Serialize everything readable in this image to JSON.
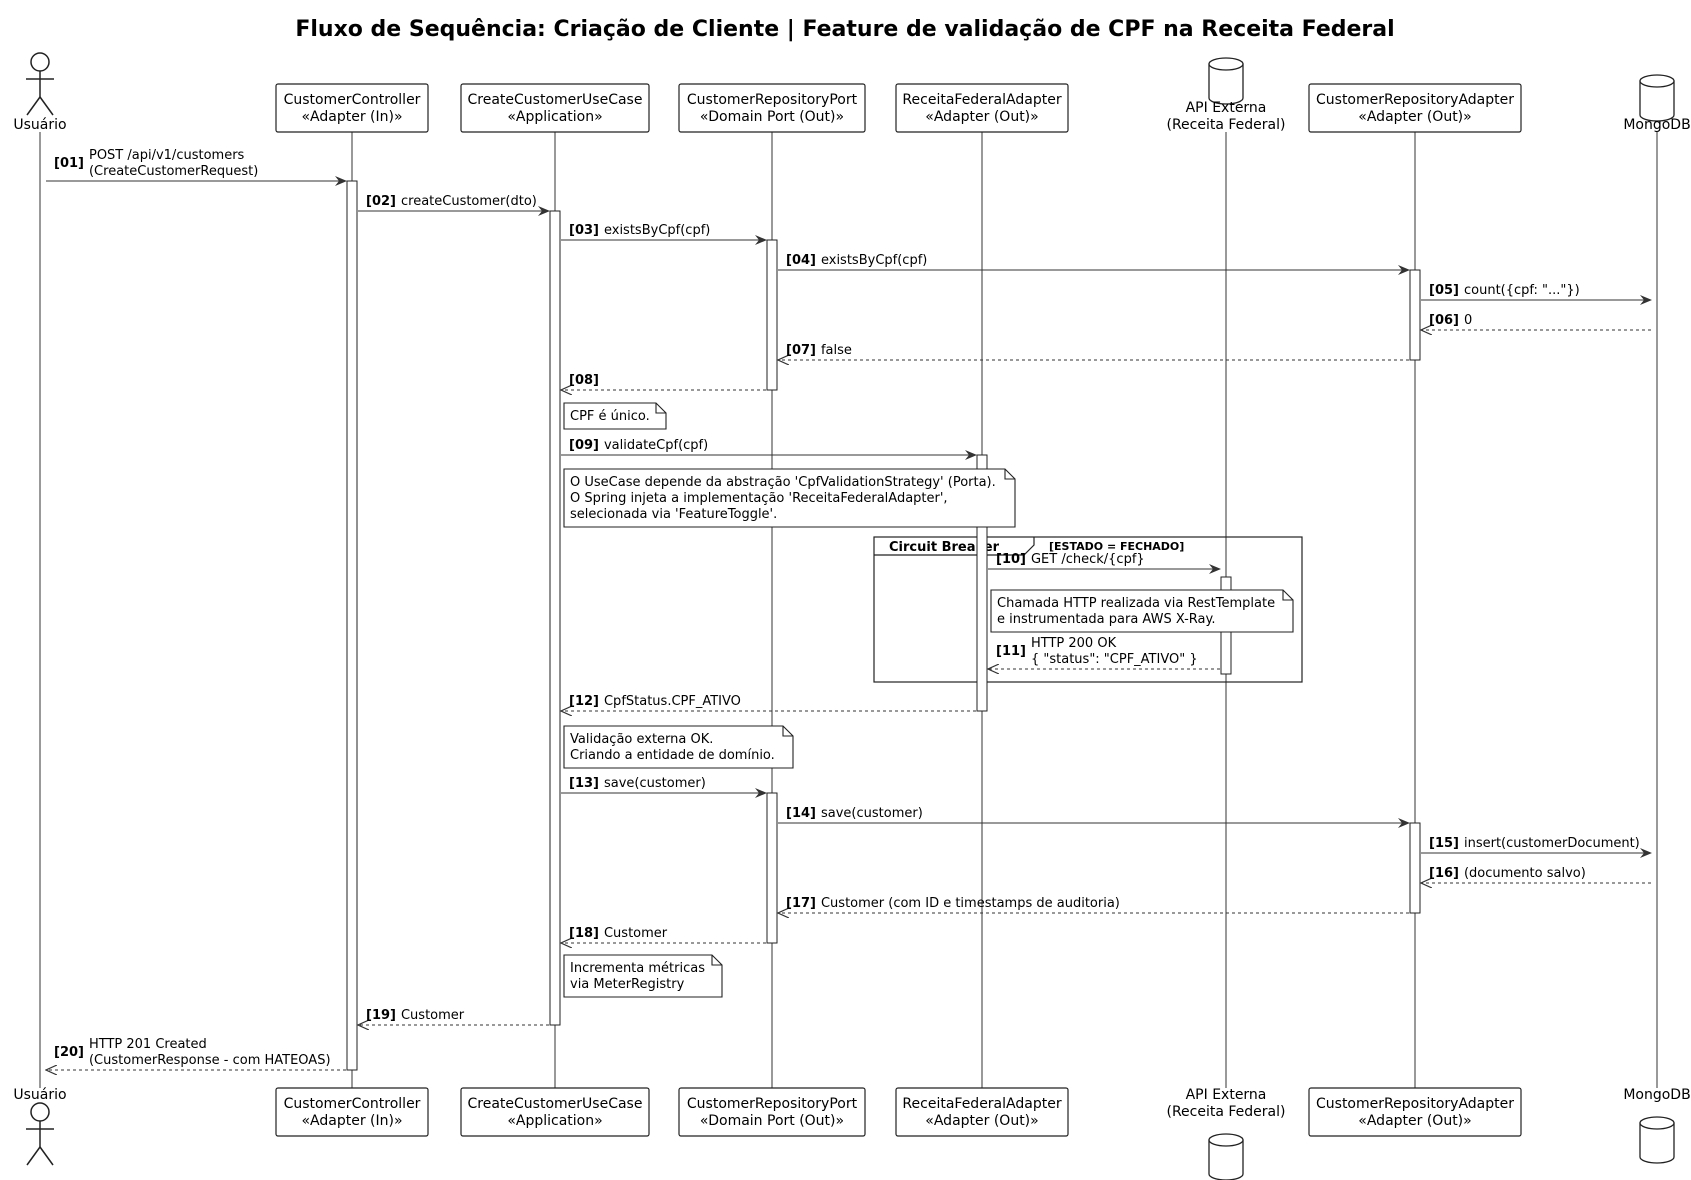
{
  "title": "Fluxo de Sequência: Criação de Cliente | Feature de validação de CPF na Receita Federal",
  "participants": [
    {
      "id": "user",
      "kind": "actor",
      "lines": [
        "Usuário"
      ]
    },
    {
      "id": "ctrl",
      "kind": "box",
      "lines": [
        "CustomerController",
        "«Adapter (In)»"
      ]
    },
    {
      "id": "uc",
      "kind": "box",
      "lines": [
        "CreateCustomerUseCase",
        "«Application»"
      ]
    },
    {
      "id": "port",
      "kind": "box",
      "lines": [
        "CustomerRepositoryPort",
        "«Domain Port (Out)»"
      ]
    },
    {
      "id": "rfa",
      "kind": "box",
      "lines": [
        "ReceitaFederalAdapter",
        "«Adapter (Out)»"
      ]
    },
    {
      "id": "api",
      "kind": "database",
      "lines": [
        "API Externa",
        "(Receita Federal)"
      ]
    },
    {
      "id": "repo",
      "kind": "box",
      "lines": [
        "CustomerRepositoryAdapter",
        "«Adapter (Out)»"
      ]
    },
    {
      "id": "mongo",
      "kind": "database",
      "lines": [
        "MongoDB"
      ]
    }
  ],
  "messages": [
    {
      "num": "[01]",
      "from": "user",
      "to": "ctrl",
      "lines": [
        "POST /api/v1/customers",
        "(CreateCustomerRequest)"
      ],
      "style": "sync"
    },
    {
      "num": "[02]",
      "from": "ctrl",
      "to": "uc",
      "lines": [
        "createCustomer(dto)"
      ],
      "style": "sync"
    },
    {
      "num": "[03]",
      "from": "uc",
      "to": "port",
      "lines": [
        "existsByCpf(cpf)"
      ],
      "style": "sync"
    },
    {
      "num": "[04]",
      "from": "port",
      "to": "repo",
      "lines": [
        "existsByCpf(cpf)"
      ],
      "style": "sync"
    },
    {
      "num": "[05]",
      "from": "repo",
      "to": "mongo",
      "lines": [
        "count({cpf: \"...\"})"
      ],
      "style": "sync"
    },
    {
      "num": "[06]",
      "from": "mongo",
      "to": "repo",
      "lines": [
        "0"
      ],
      "style": "return"
    },
    {
      "num": "[07]",
      "from": "repo",
      "to": "port",
      "lines": [
        "false"
      ],
      "style": "return"
    },
    {
      "num": "[08]",
      "from": "port",
      "to": "uc",
      "lines": [
        ""
      ],
      "style": "return"
    },
    {
      "num": "[09]",
      "from": "uc",
      "to": "rfa",
      "lines": [
        "validateCpf(cpf)"
      ],
      "style": "sync"
    },
    {
      "num": "[10]",
      "from": "rfa",
      "to": "api",
      "lines": [
        "GET /check/{cpf}"
      ],
      "style": "sync"
    },
    {
      "num": "[11]",
      "from": "api",
      "to": "rfa",
      "lines": [
        "HTTP 200 OK",
        "{ \"status\": \"CPF_ATIVO\" }"
      ],
      "style": "return"
    },
    {
      "num": "[12]",
      "from": "rfa",
      "to": "uc",
      "lines": [
        "CpfStatus.CPF_ATIVO"
      ],
      "style": "return"
    },
    {
      "num": "[13]",
      "from": "uc",
      "to": "port",
      "lines": [
        "save(customer)"
      ],
      "style": "sync"
    },
    {
      "num": "[14]",
      "from": "port",
      "to": "repo",
      "lines": [
        "save(customer)"
      ],
      "style": "sync"
    },
    {
      "num": "[15]",
      "from": "repo",
      "to": "mongo",
      "lines": [
        "insert(customerDocument)"
      ],
      "style": "sync"
    },
    {
      "num": "[16]",
      "from": "mongo",
      "to": "repo",
      "lines": [
        "(documento salvo)"
      ],
      "style": "return"
    },
    {
      "num": "[17]",
      "from": "repo",
      "to": "port",
      "lines": [
        "Customer (com ID e timestamps de auditoria)"
      ],
      "style": "return"
    },
    {
      "num": "[18]",
      "from": "port",
      "to": "uc",
      "lines": [
        "Customer"
      ],
      "style": "return"
    },
    {
      "num": "[19]",
      "from": "uc",
      "to": "ctrl",
      "lines": [
        "Customer"
      ],
      "style": "return"
    },
    {
      "num": "[20]",
      "from": "ctrl",
      "to": "user",
      "lines": [
        "HTTP 201 Created",
        "(CustomerResponse - com HATEOAS)"
      ],
      "style": "return"
    }
  ],
  "notes": [
    {
      "id": "note-cpf-unique",
      "lines": [
        "CPF é único."
      ]
    },
    {
      "id": "note-strategy",
      "lines": [
        "O UseCase depende da abstração 'CpfValidationStrategy' (Porta).",
        "O Spring injeta a implementação 'ReceitaFederalAdapter',",
        "selecionada via 'FeatureToggle'."
      ]
    },
    {
      "id": "note-http",
      "lines": [
        "Chamada HTTP realizada via RestTemplate",
        "e instrumentada para AWS X-Ray."
      ]
    },
    {
      "id": "note-validation-ok",
      "lines": [
        "Validação externa OK.",
        "Criando a entidade de domínio."
      ]
    },
    {
      "id": "note-metrics",
      "lines": [
        "Incrementa métricas",
        "via MeterRegistry"
      ]
    }
  ],
  "frame": {
    "title": "Circuit Breaker",
    "guard": "[ESTADO = FECHADO]"
  }
}
